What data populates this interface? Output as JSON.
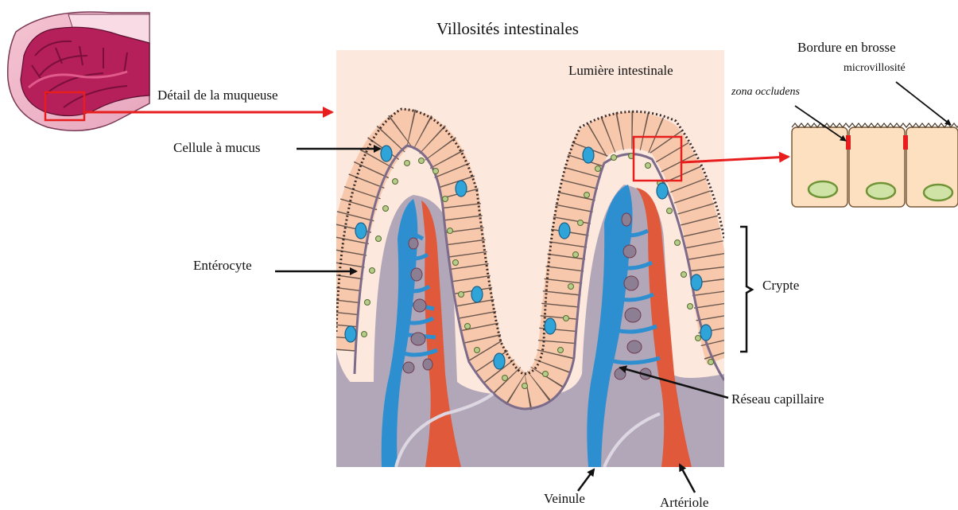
{
  "title": "Villosités intestinales",
  "labels": {
    "lumen": "Lumière intestinale",
    "mucosa_detail": "Détail de la muqueuse",
    "mucus_cell": "Cellule à mucus",
    "enterocyte": "Entérocyte",
    "brush_border": "Bordure en brosse",
    "microvillus": "microvillosité",
    "tight_junction": "zona occludens",
    "crypt": "Crypte",
    "capillary_network": "Réseau capillaire",
    "venule": "Veinule",
    "arteriole": "Artériole"
  },
  "colors": {
    "lumen_bg": "#fde8de",
    "submucosa": "#b2a7b9",
    "cell_fill": "#f7c8ac",
    "cell_stroke": "#5a4a44",
    "vein": "#2e8fd0",
    "artery": "#e0593a",
    "highlight": "#e81e1e",
    "intestine_wall": "#b51f5a",
    "nucleus": "#b5cc8a"
  },
  "icons": {
    "intestine": "intestine-tube-icon",
    "cell_detail": "enterocyte-cells-icon"
  }
}
